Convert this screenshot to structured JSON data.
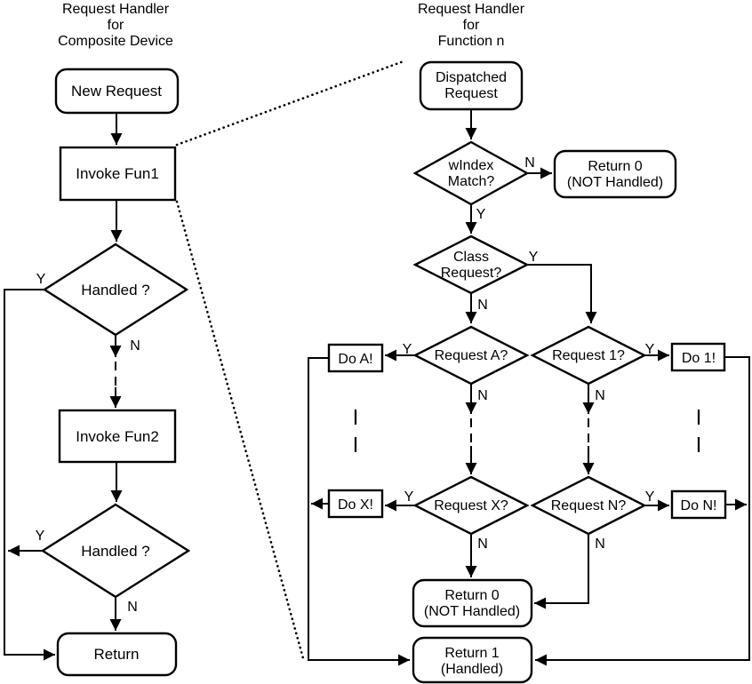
{
  "colors": {
    "ink": "#000000",
    "background": "#ffffff"
  },
  "branch_labels": {
    "yes": "Y",
    "no": "N"
  },
  "left_chart": {
    "title_lines": [
      "Request Handler",
      "for",
      "Composite Device"
    ],
    "nodes": {
      "new_request": "New Request",
      "invoke_fun1": "Invoke Fun1",
      "handled_1": "Handled ?",
      "invoke_fun2": "Invoke Fun2",
      "handled_2": "Handled ?",
      "return": "Return"
    }
  },
  "right_chart": {
    "title_lines": [
      "Request Handler",
      "for",
      "Function n"
    ],
    "nodes": {
      "dispatched_request_lines": [
        "Dispatched",
        "Request"
      ],
      "windex_match_lines": [
        "wIndex",
        "Match?"
      ],
      "return_0_top_lines": [
        "Return 0",
        "(NOT Handled)"
      ],
      "class_request_lines": [
        "Class",
        "Request?"
      ],
      "request_a": "Request A?",
      "request_1": "Request 1?",
      "do_a": "Do A!",
      "do_1": "Do 1!",
      "request_x": "Request X?",
      "request_n": "Request N?",
      "do_x": "Do X!",
      "do_n": "Do N!",
      "return_0_bottom_lines": [
        "Return 0",
        "(NOT Handled)"
      ],
      "return_1_lines": [
        "Return 1",
        "(Handled)"
      ]
    }
  }
}
